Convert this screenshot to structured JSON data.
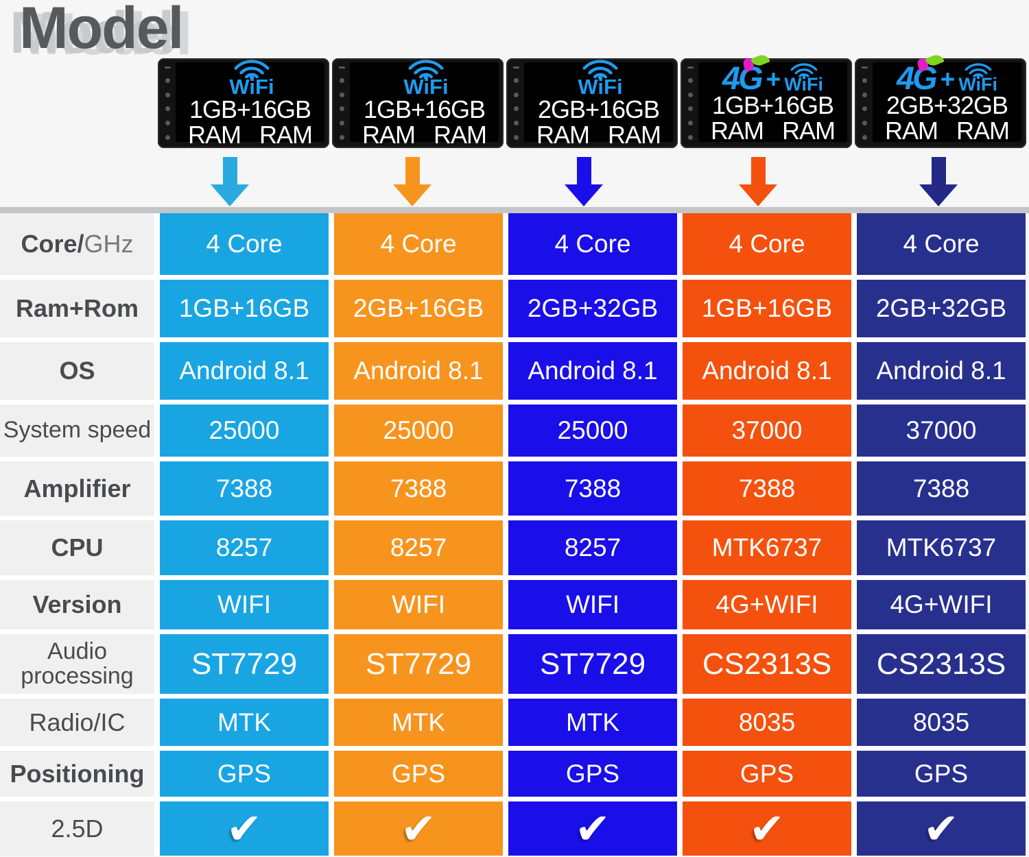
{
  "title": "Model",
  "theme": {
    "wifi_blue": "#1e9bf0",
    "fourg_green": "#7fd321",
    "fourg_magenta": "#e31cc8"
  },
  "columns": [
    {
      "name": "model-1",
      "color": "#19a5e2",
      "arrow_color": "#29abe2",
      "device": {
        "fourg": "",
        "plus": "",
        "wifi": "WiFi",
        "storage": "1GB+16GB",
        "ram": "RAM   RAM"
      }
    },
    {
      "name": "model-2",
      "color": "#f7941e",
      "arrow_color": "#f7941e",
      "device": {
        "fourg": "",
        "plus": "",
        "wifi": "WiFi",
        "storage": "1GB+16GB",
        "ram": "RAM   RAM"
      }
    },
    {
      "name": "model-3",
      "color": "#1a0fe8",
      "arrow_color": "#1a0fe8",
      "device": {
        "fourg": "",
        "plus": "",
        "wifi": "WiFi",
        "storage": "2GB+16GB",
        "ram": "RAM   RAM"
      }
    },
    {
      "name": "model-4",
      "color": "#f4510e",
      "arrow_color": "#f4510e",
      "device": {
        "fourg": "4G",
        "plus": "+",
        "wifi": "WiFi",
        "storage": "1GB+16GB",
        "ram": "RAM   RAM"
      }
    },
    {
      "name": "model-5",
      "color": "#28308e",
      "arrow_color": "#232a85",
      "device": {
        "fourg": "4G",
        "plus": "+",
        "wifi": "WiFi",
        "storage": "2GB+32GB",
        "ram": "RAM   RAM"
      }
    }
  ],
  "table": {
    "rows": [
      {
        "label": "Core/",
        "label_suffix": "GHz",
        "values": [
          "4 Core",
          "4 Core",
          "4 Core",
          "4 Core",
          "4 Core"
        ]
      },
      {
        "label": "Ram+Rom",
        "values": [
          "1GB+16GB",
          "2GB+16GB",
          "2GB+32GB",
          "1GB+16GB",
          "2GB+32GB"
        ]
      },
      {
        "label": "OS",
        "values": [
          "Android 8.1",
          "Android 8.1",
          "Android 8.1",
          "Android 8.1",
          "Android 8.1"
        ]
      },
      {
        "label": "System speed",
        "values": [
          "25000",
          "25000",
          "25000",
          "37000",
          "37000"
        ]
      },
      {
        "label": "Amplifier",
        "values": [
          "7388",
          "7388",
          "7388",
          "7388",
          "7388"
        ]
      },
      {
        "label": "CPU",
        "values": [
          "8257",
          "8257",
          "8257",
          "MTK6737",
          "MTK6737"
        ]
      },
      {
        "label": "Version",
        "values": [
          "WIFI",
          "WIFI",
          "WIFI",
          "4G+WIFI",
          "4G+WIFI"
        ]
      },
      {
        "label": "Audio processing",
        "values": [
          "ST7729",
          "ST7729",
          "ST7729",
          "CS2313S",
          "CS2313S"
        ]
      },
      {
        "label": "Radio/IC",
        "values": [
          "MTK",
          "MTK",
          "MTK",
          "8035",
          "8035"
        ]
      },
      {
        "label": "Positioning",
        "values": [
          "GPS",
          "GPS",
          "GPS",
          "GPS",
          "GPS"
        ]
      },
      {
        "label": "2.5D",
        "values": [
          "✔",
          "✔",
          "✔",
          "✔",
          "✔"
        ]
      }
    ]
  }
}
